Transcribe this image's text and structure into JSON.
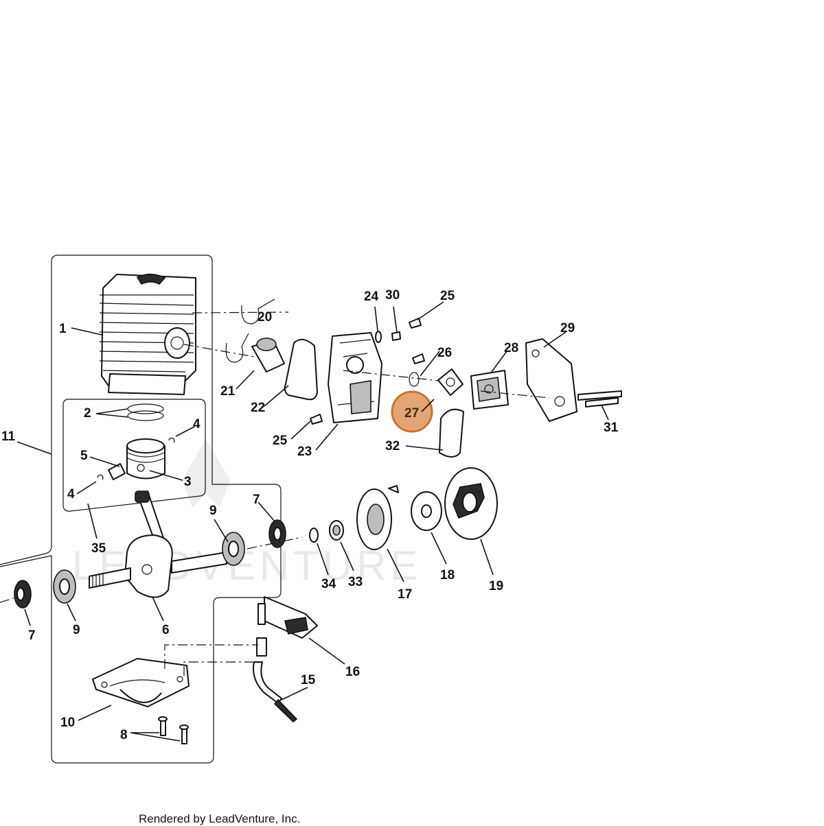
{
  "diagram": {
    "watermark": "LEADVENTURE",
    "callouts": {
      "c1": "1",
      "c2": "2",
      "c3": "3",
      "c4a": "4",
      "c4b": "4",
      "c5": "5",
      "c6": "6",
      "c7a": "7",
      "c7b": "7",
      "c8": "8",
      "c9a": "9",
      "c9b": "9",
      "c10": "10",
      "c11": "11",
      "c15": "15",
      "c16": "16",
      "c17": "17",
      "c18": "18",
      "c19": "19",
      "c20": "20",
      "c21": "21",
      "c22": "22",
      "c23": "23",
      "c24": "24",
      "c25a": "25",
      "c25b": "25",
      "c26": "26",
      "c27": "27",
      "c28": "28",
      "c29": "29",
      "c30": "30",
      "c31": "31",
      "c32": "32",
      "c33": "33",
      "c34": "34",
      "c35": "35"
    },
    "highlight_color": "#e3a576",
    "highlight_border": "#c9742f"
  },
  "footer": {
    "text": "Rendered by LeadVenture, Inc."
  }
}
